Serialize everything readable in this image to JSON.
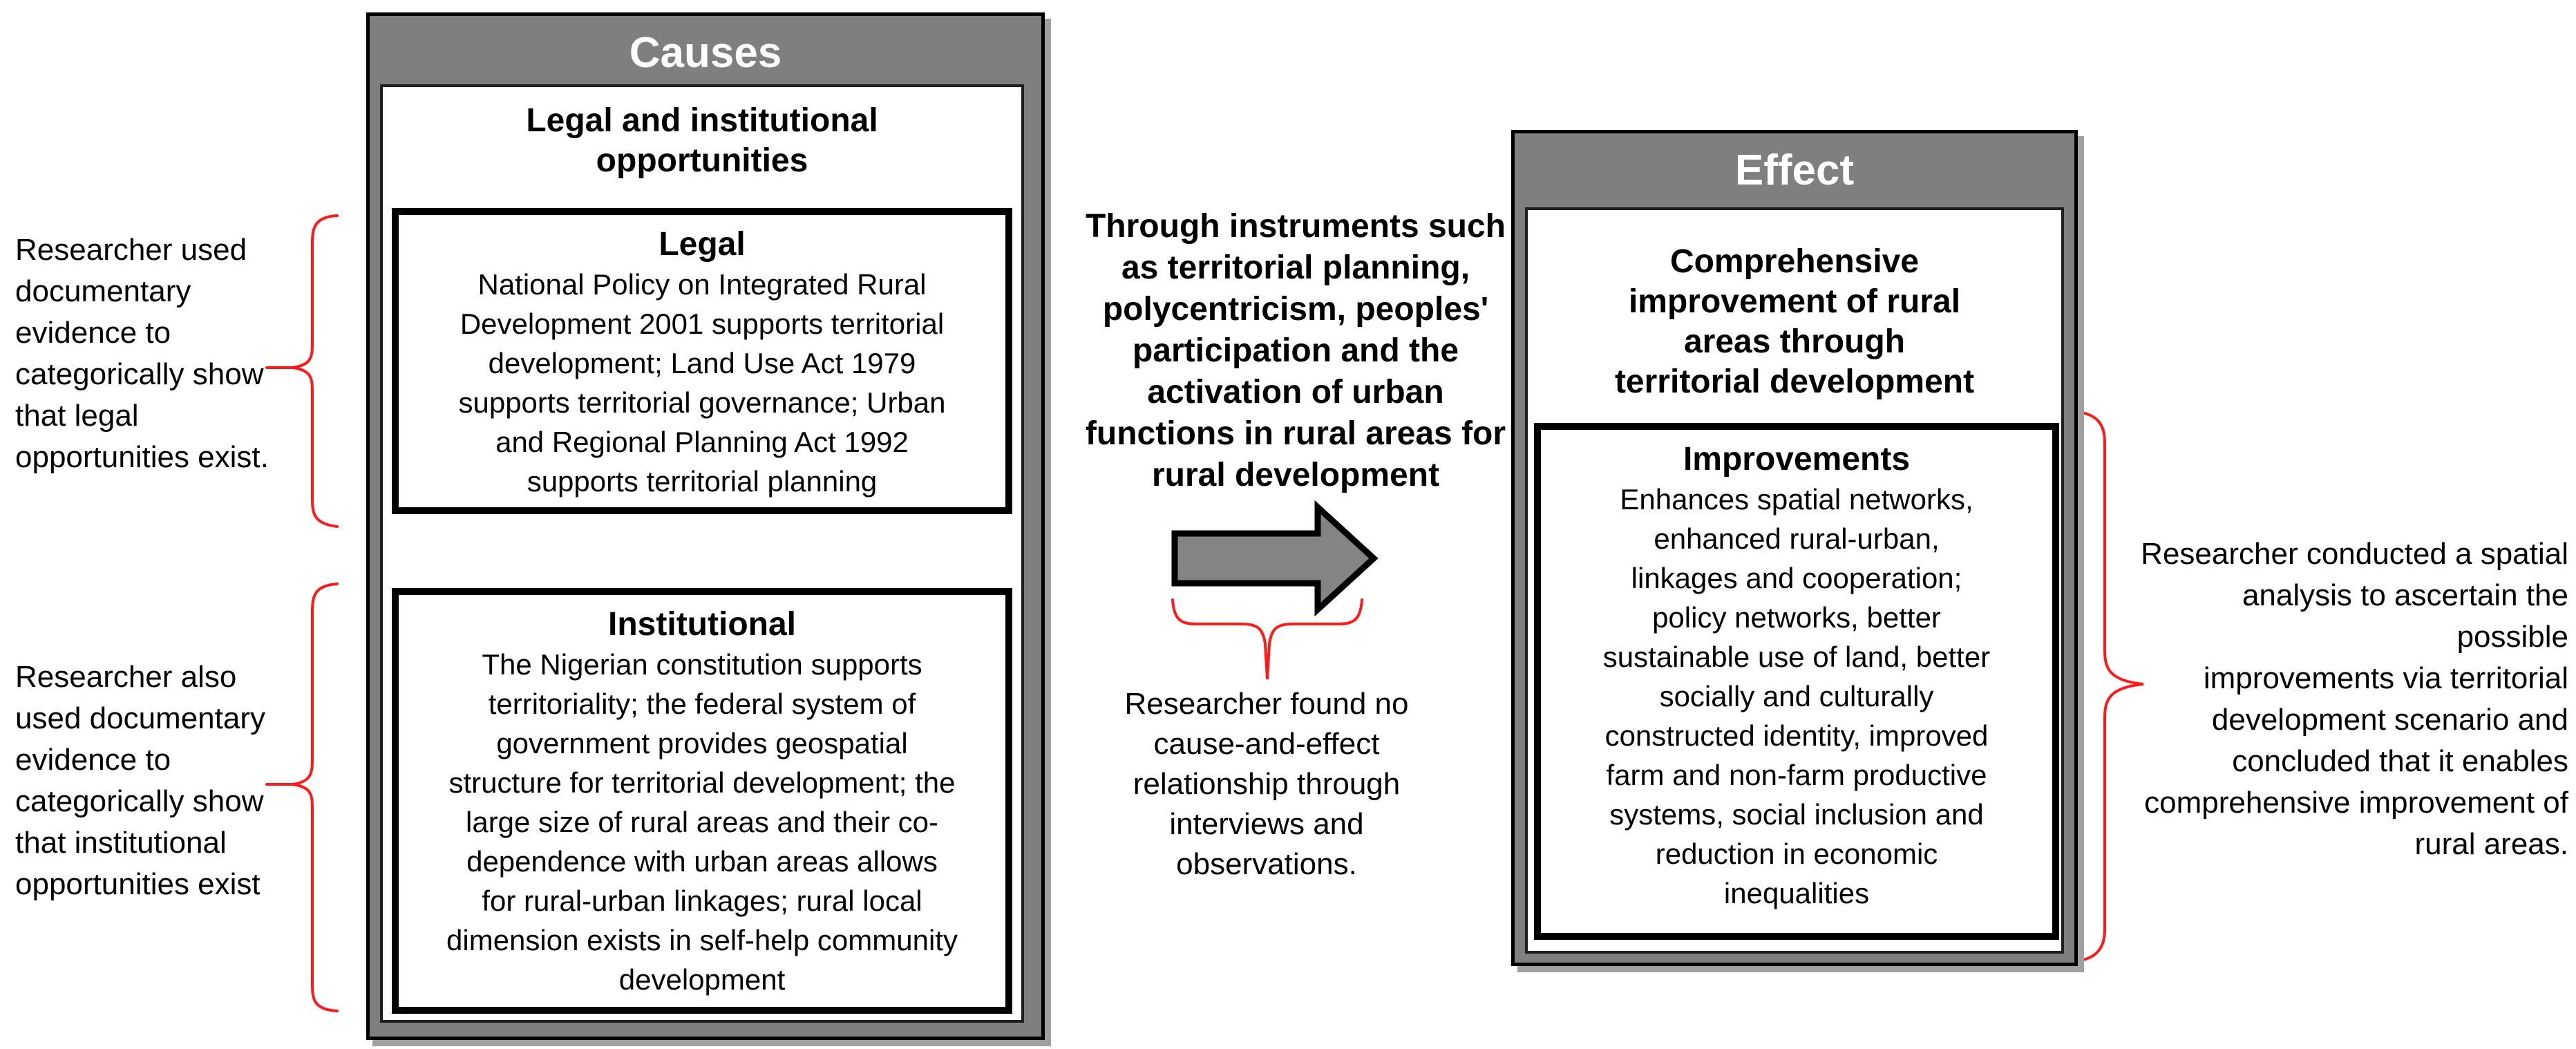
{
  "colors": {
    "box_gray": "#7f7f7f",
    "arrow_gray": "#848484",
    "brace_red": "#ff1a1a",
    "border_black": "#000000"
  },
  "icons": {
    "legal_institutional_link": "double-vertical-arrow",
    "cause_to_effect": "right-arrow",
    "annotation_braces": "red-curly-brace"
  },
  "left_annotations": {
    "legal_note": "Researcher used\ndocumentary\nevidence to\ncategorically show\nthat legal\nopportunities exist.",
    "institutional_note": "Researcher also\nused documentary\nevidence to\ncategorically show\nthat institutional\nopportunities exist"
  },
  "causes": {
    "header": "Causes",
    "title": "Legal and institutional\nopportunities",
    "legal": {
      "title": "Legal",
      "body": "National Policy on Integrated Rural\nDevelopment 2001 supports territorial\ndevelopment; Land Use Act 1979\nsupports territorial governance; Urban\nand Regional Planning Act 1992\nsupports territorial planning"
    },
    "institutional": {
      "title": "Institutional",
      "body": "The Nigerian constitution supports\nterritoriality; the federal system of\ngovernment provides geospatial\nstructure for territorial development; the\nlarge size of rural areas and their co-\ndependence with urban areas allows\nfor rural-urban linkages; rural local\ndimension exists in self-help community\ndevelopment"
    }
  },
  "middle": {
    "instruments_text": "Through instruments such\nas territorial planning,\npolycentricism, peoples'\nparticipation and the\nactivation of urban\nfunctions in rural areas for\nrural development",
    "finding_note": "Researcher found no\ncause-and-effect\nrelationship through\ninterviews and\nobservations."
  },
  "effect": {
    "header": "Effect",
    "title": "Comprehensive\nimprovement of rural\nareas through\nterritorial development",
    "improvements": {
      "title": "Improvements",
      "body": "Enhances spatial networks,\nenhanced rural-urban,\nlinkages and cooperation;\npolicy networks, better\nsustainable use of land, better\nsocially and culturally\nconstructed identity, improved\nfarm and non-farm productive\nsystems, social inclusion and\nreduction in economic\ninequalities"
    }
  },
  "right_annotation": {
    "spatial_note": "Researcher conducted a spatial\nanalysis to ascertain the possible\nimprovements via territorial\ndevelopment scenario and\nconcluded that it enables\ncomprehensive improvement of\nrural areas."
  }
}
